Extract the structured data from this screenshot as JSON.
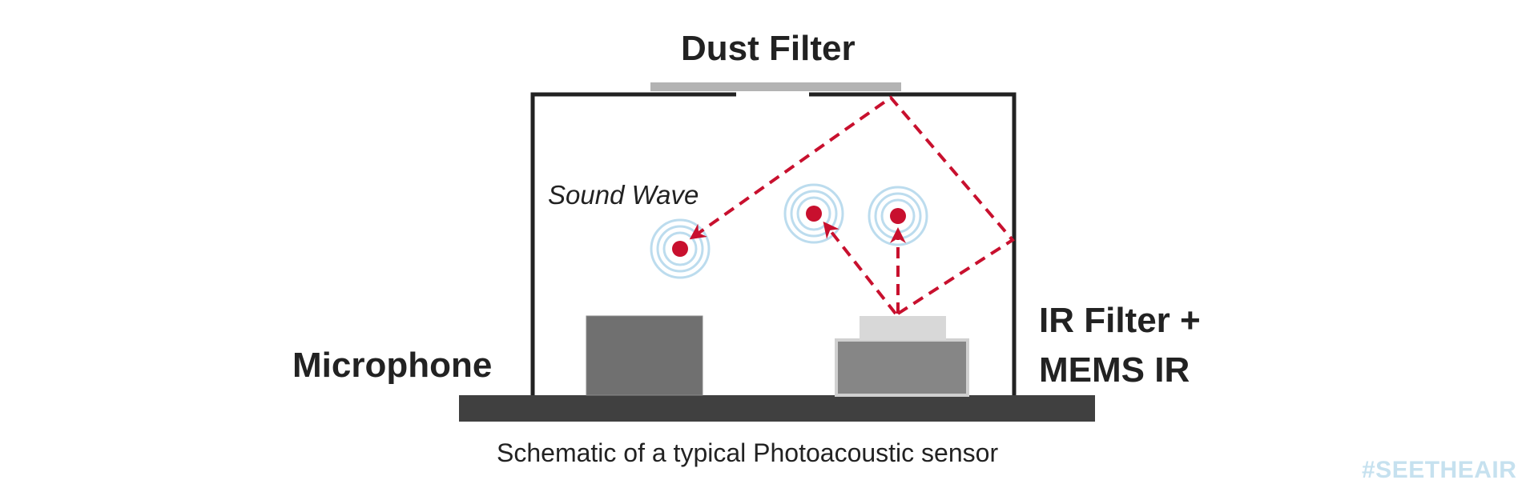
{
  "labels": {
    "dust_filter": "Dust Filter",
    "microphone": "Microphone",
    "ir_line1": "IR Filter +",
    "ir_line2": "MEMS IR",
    "sound_wave": "Sound Wave"
  },
  "caption": "Schematic of a typical Photoacoustic sensor",
  "hashtag": "#SEETHEAIR",
  "colors": {
    "text": "#222222",
    "chamber_outline": "#222222",
    "base": "#404040",
    "microphone": "#707070",
    "emitter_body": "#868686",
    "emitter_border": "#d0d0d0",
    "ir_filter": "#d8d8d8",
    "dust_filter": "#b3b3b3",
    "ray": "#c8102e",
    "wave_ring": "#bcdcee",
    "hashtag": "#c6e1ef"
  },
  "icons": {
    "sound_source": "concentric-rings-dot-icon",
    "ray_arrow": "dashed-arrow-icon"
  }
}
